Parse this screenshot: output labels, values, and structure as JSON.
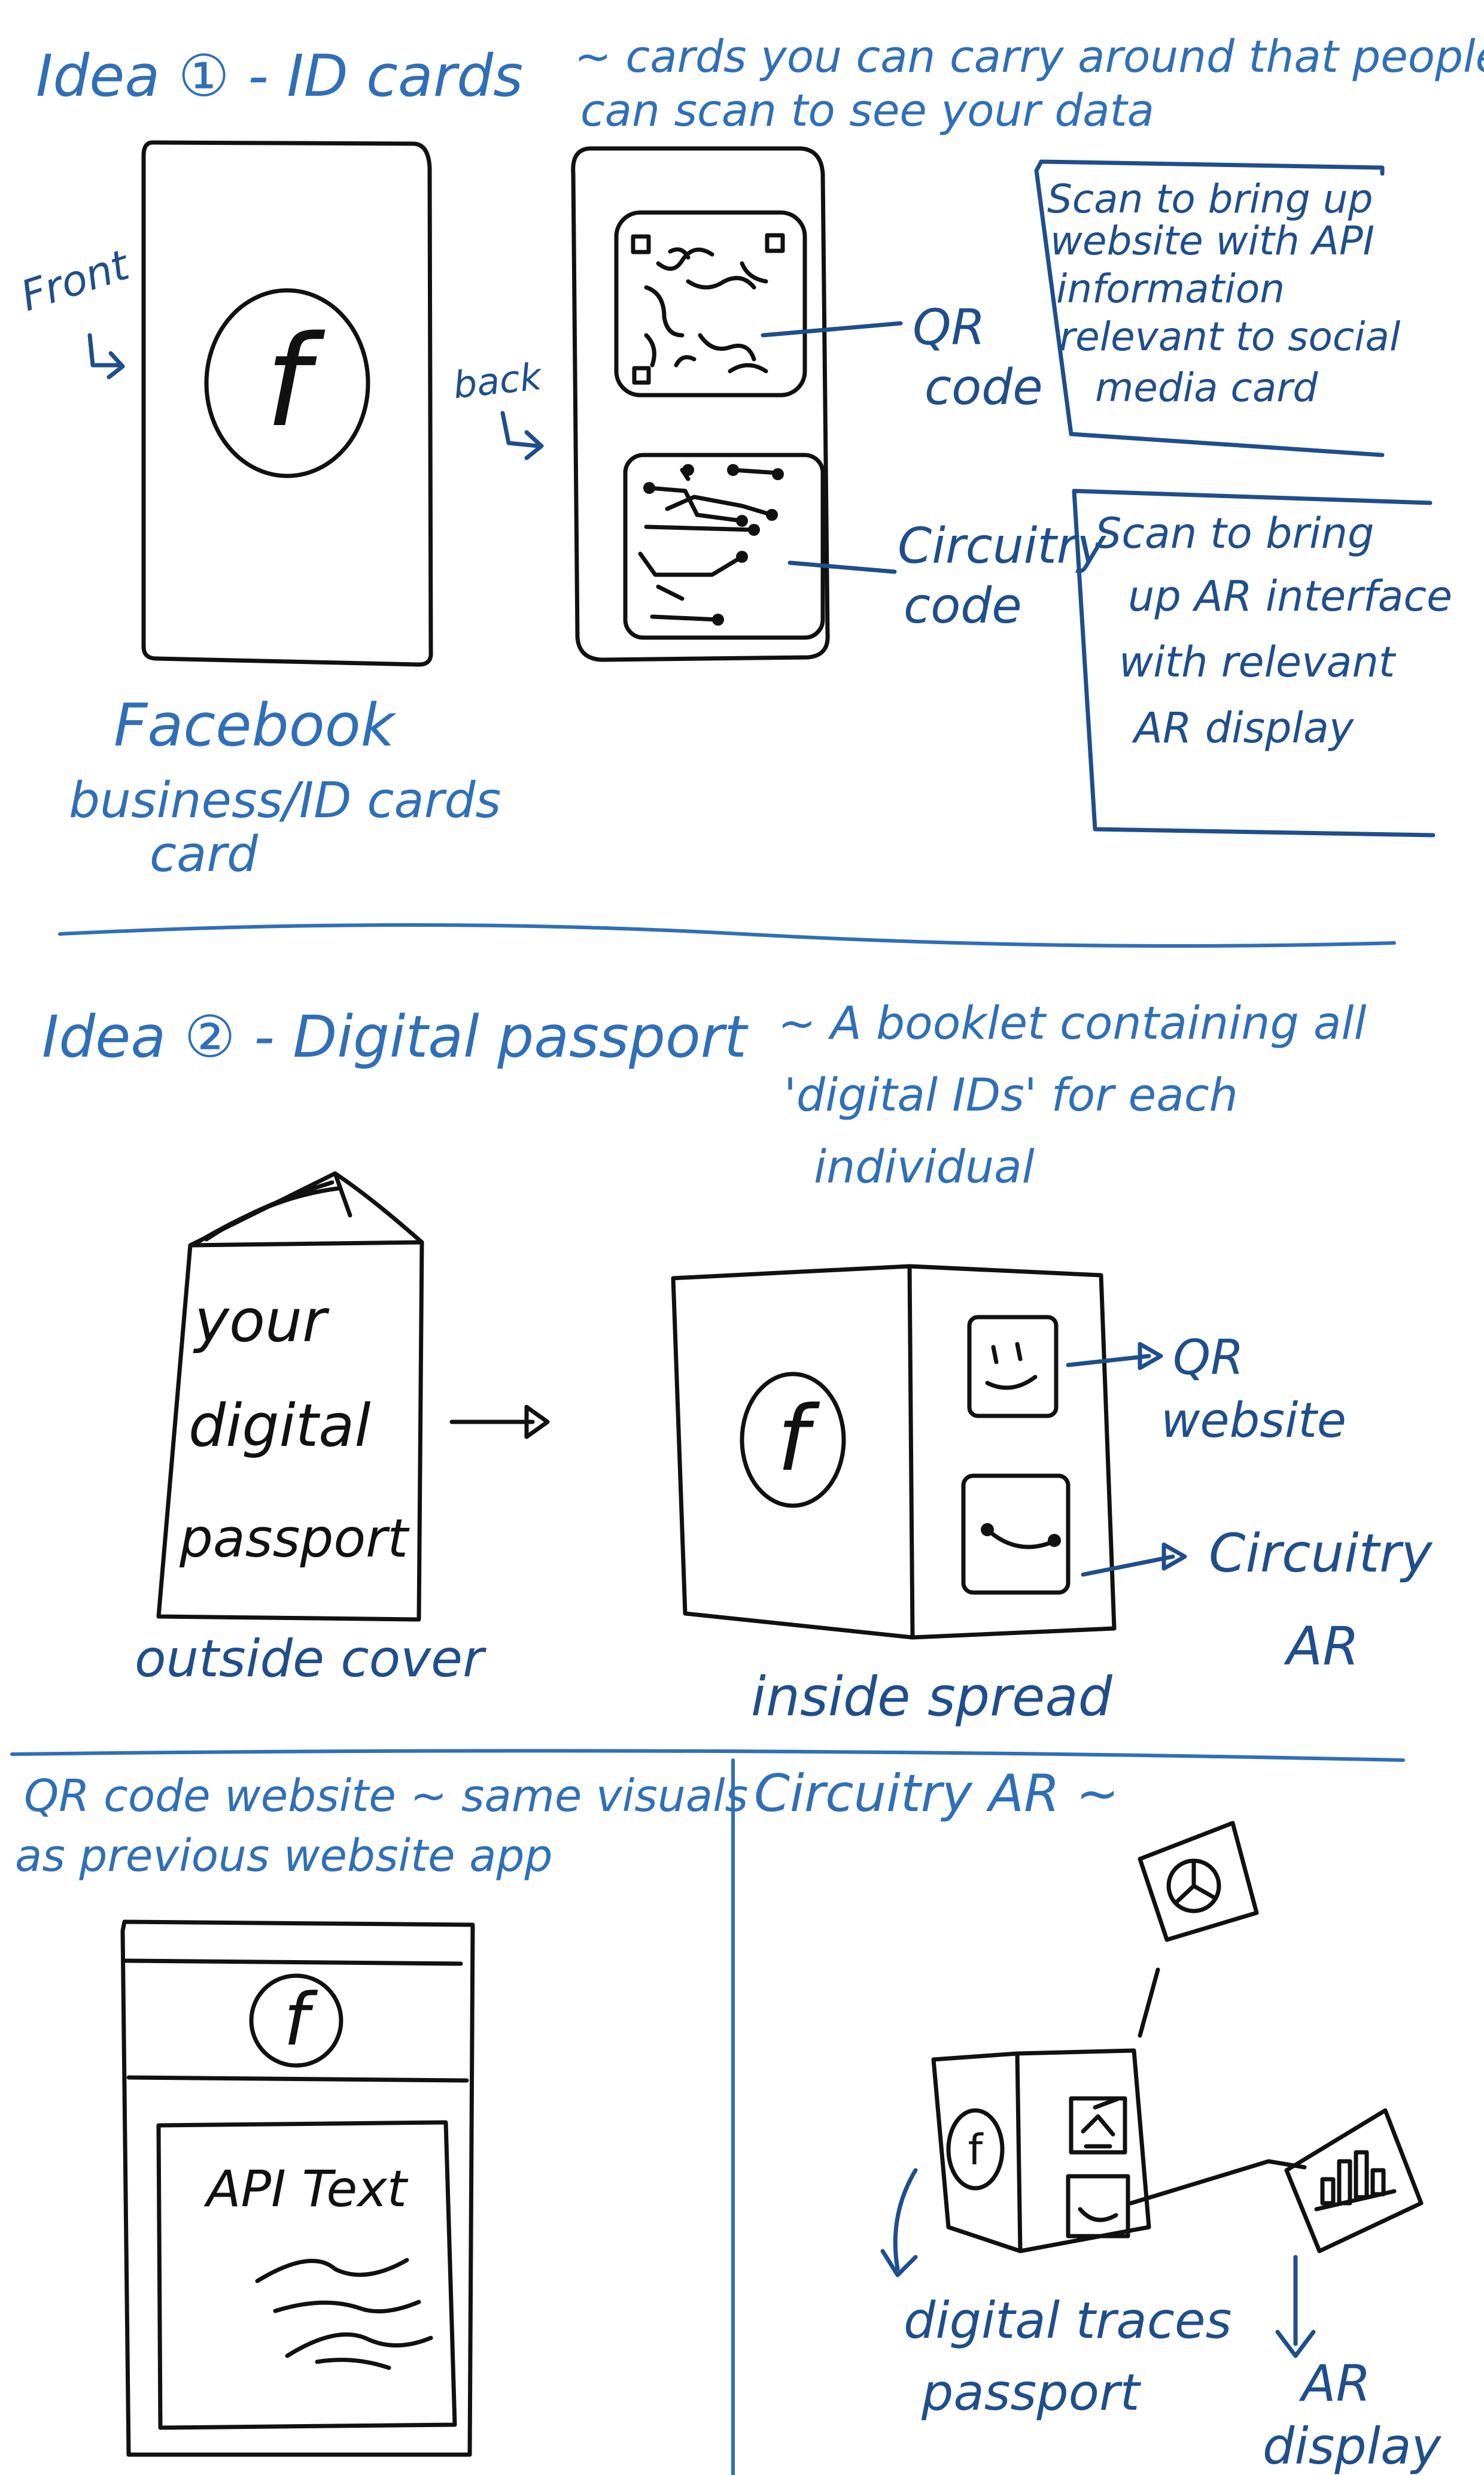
{
  "section1": {
    "heading": "Idea ① - ID cards",
    "description": [
      "~ cards you can carry around that people",
      "can scan to see your data"
    ],
    "front_label": "Front",
    "back_label": "back",
    "qr_label": [
      "QR",
      "code"
    ],
    "circuitry_label": [
      "Circuitry",
      "code"
    ],
    "qr_note": [
      "Scan to bring up",
      "website with API",
      "information",
      "relevant to social",
      "media card"
    ],
    "circuitry_note": [
      "Scan to bring",
      "up AR interface",
      "with relevant",
      "AR display"
    ],
    "card_caption": [
      "Facebook",
      "business/ID cards",
      "card"
    ],
    "logo_letter": "f"
  },
  "section2": {
    "heading": "Idea ② - Digital passport",
    "description": [
      "~ A booklet containing all",
      "'digital IDs' for each",
      "individual"
    ],
    "cover_text": [
      "your",
      "digital",
      "passport"
    ],
    "outside_caption": "outside cover",
    "inside_caption": "inside spread",
    "qr_website_label": [
      "QR",
      "website"
    ],
    "circuitry_ar_label": [
      "Circuitry",
      "AR"
    ],
    "logo_letter": "f"
  },
  "section3": {
    "left_heading": [
      "QR code website ~ same visuals",
      "as previous website app"
    ],
    "api_text": "API Text",
    "right_heading": "Circuitry AR ~",
    "passport_label": [
      "digital traces",
      "passport"
    ],
    "ar_display_label": [
      "AR",
      "display"
    ],
    "logo_letter": "f"
  },
  "colors": {
    "ink": "#111111",
    "light_blue": "#2f6fb7",
    "navy": "#1f4e8c"
  }
}
